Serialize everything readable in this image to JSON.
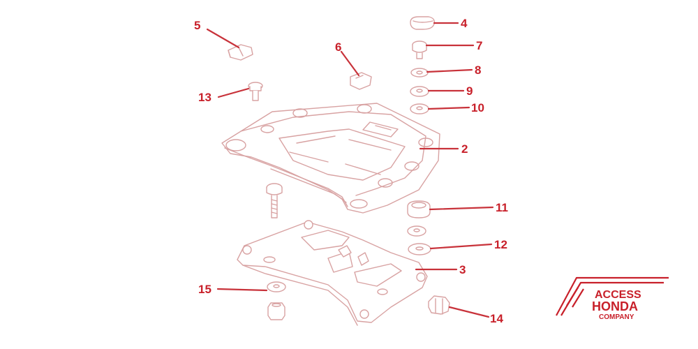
{
  "diagram": {
    "callouts": [
      {
        "id": "c5",
        "label": "5"
      },
      {
        "id": "c13",
        "label": "13"
      },
      {
        "id": "c6",
        "label": "6"
      },
      {
        "id": "c4",
        "label": "4"
      },
      {
        "id": "c7",
        "label": "7"
      },
      {
        "id": "c8",
        "label": "8"
      },
      {
        "id": "c9",
        "label": "9"
      },
      {
        "id": "c10",
        "label": "10"
      },
      {
        "id": "c2",
        "label": "2"
      },
      {
        "id": "c11",
        "label": "11"
      },
      {
        "id": "c12",
        "label": "12"
      },
      {
        "id": "c3",
        "label": "3"
      },
      {
        "id": "c15",
        "label": "15"
      },
      {
        "id": "c14",
        "label": "14"
      }
    ]
  },
  "logo": {
    "line1": "ACCESS",
    "line2": "HONDA",
    "line3": "COMPANY",
    "color": "#c8202a"
  },
  "colors": {
    "drawing": "#d8a2a2",
    "callout": "#c8202a"
  }
}
